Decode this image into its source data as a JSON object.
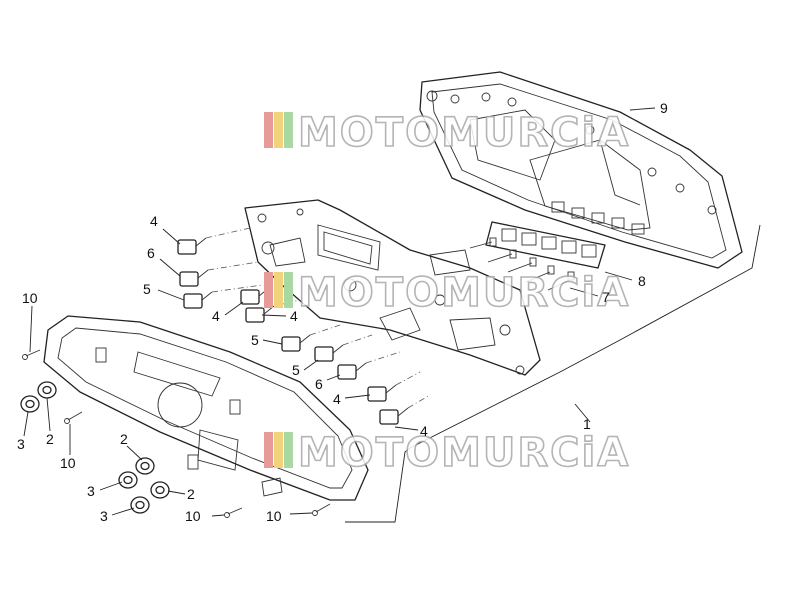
{
  "diagram": {
    "labels": [
      {
        "id": "9",
        "text": "9"
      },
      {
        "id": "8",
        "text": "8"
      },
      {
        "id": "7",
        "text": "7"
      },
      {
        "id": "1",
        "text": "1"
      },
      {
        "id": "4a",
        "text": "4"
      },
      {
        "id": "6a",
        "text": "6"
      },
      {
        "id": "5a",
        "text": "5"
      },
      {
        "id": "4b",
        "text": "4"
      },
      {
        "id": "4c",
        "text": "4"
      },
      {
        "id": "5b",
        "text": "5"
      },
      {
        "id": "5c",
        "text": "5"
      },
      {
        "id": "6b",
        "text": "6"
      },
      {
        "id": "4d",
        "text": "4"
      },
      {
        "id": "4e",
        "text": "4"
      },
      {
        "id": "10a",
        "text": "10"
      },
      {
        "id": "10b",
        "text": "10"
      },
      {
        "id": "10c",
        "text": "10"
      },
      {
        "id": "10d",
        "text": "10"
      },
      {
        "id": "3a",
        "text": "3"
      },
      {
        "id": "2a",
        "text": "2"
      },
      {
        "id": "2b",
        "text": "2"
      },
      {
        "id": "3b",
        "text": "3"
      },
      {
        "id": "2c",
        "text": "2"
      },
      {
        "id": "3c",
        "text": "3"
      }
    ]
  },
  "watermark": {
    "text": "MOTOMURCiA",
    "stripe_colors": [
      "#e79a9a",
      "#f2d27a",
      "#a9d8a2"
    ]
  }
}
